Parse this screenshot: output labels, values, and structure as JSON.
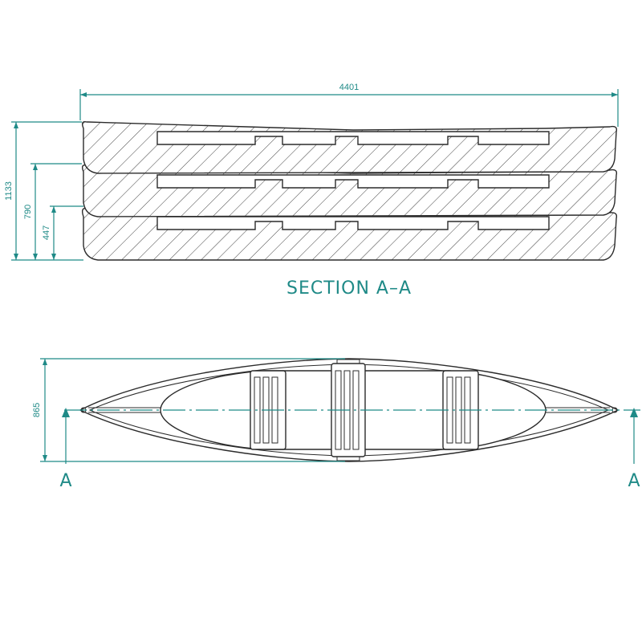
{
  "dimensions": {
    "overall_length": "4401",
    "stack_height_3": "1133",
    "stack_height_2": "790",
    "single_height": "447",
    "beam_width": "865"
  },
  "section_title": "SECTION A–A",
  "section_marker_left": "A",
  "section_marker_right": "A",
  "colors": {
    "dimension": "#1f8a87",
    "outline": "#2b2b2b",
    "background": "#ffffff"
  }
}
